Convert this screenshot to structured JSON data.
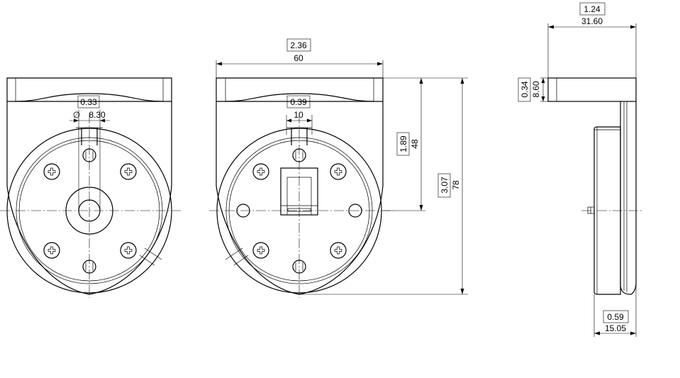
{
  "diagram": {
    "view_left": {
      "bore_inch": "0.33",
      "bore_symbol": "∅",
      "bore_mm": "8.30"
    },
    "view_front": {
      "width_inch": "2.36",
      "width_mm": "60",
      "slot_inch": "0.39",
      "slot_mm": "10",
      "center_height_inch": "1.89",
      "center_height_mm": "48",
      "total_height_inch": "3.07",
      "total_height_mm": "78"
    },
    "view_side": {
      "depth_inch": "1.24",
      "depth_mm": "31.60",
      "plate_inch": "0.34",
      "plate_mm": "8.60",
      "disc_inch": "0.59",
      "disc_mm": "15.05"
    },
    "colors": {
      "line": "#000000",
      "background": "#ffffff"
    }
  }
}
